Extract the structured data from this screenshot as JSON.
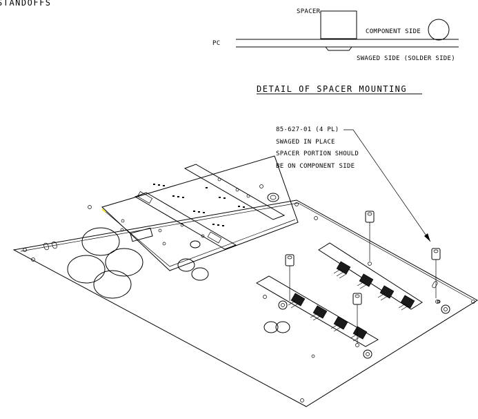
{
  "header": {
    "partial_label": "STANDOFFS"
  },
  "detail": {
    "spacer_label": "SPACER",
    "pc_label": "PC",
    "component_side_label": "COMPONENT SIDE",
    "swaged_side_label": "SWAGED SIDE (SOLDER SIDE)",
    "title": "DETAIL OF SPACER MOUNTING"
  },
  "callout": {
    "line1": "85-627-01 (4 PL)",
    "line2": "SWAGED IN PLACE",
    "line3": "SPACER PORTION SHOULD",
    "line4": "BE ON COMPONENT SIDE"
  },
  "colors": {
    "ink": "#000000",
    "paper": "#ffffff",
    "highlight": "#e8e020"
  }
}
